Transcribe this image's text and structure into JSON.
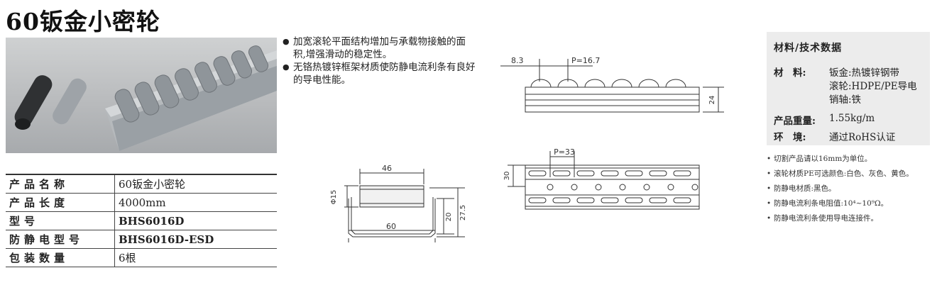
{
  "title": "60钣金小密轮",
  "features": [
    "加宽滚轮平面结构增加与承载物接触的面积,增强滑动的稳定性。",
    "无铬热镀锌框架材质使防静电流利条有良好的导电性能。"
  ],
  "spec_table": [
    {
      "label": "产品名称",
      "value": "60钣金小密轮",
      "bold": false
    },
    {
      "label": "产品长度",
      "value": "4000mm",
      "bold": false
    },
    {
      "label": "型号",
      "value": "BHS6016D",
      "bold": true
    },
    {
      "label": "防静电型号",
      "value": "BHS6016D-ESD",
      "bold": true
    },
    {
      "label": "包装数量",
      "value": "6根",
      "bold": false
    }
  ],
  "drawings": {
    "section": {
      "width_top": "46",
      "width_bottom": "60",
      "phi": "Φ15",
      "h1": "20",
      "h2": "27.5"
    },
    "side": {
      "offset": "8.3",
      "pitch": "P=16.7",
      "height": "24"
    },
    "bottom": {
      "pitch": "P=33",
      "height": "30"
    }
  },
  "materials": {
    "title": "材料/技术数据",
    "material_label": "材　料:",
    "material_lines": [
      "钣金:热镀锌钢带",
      "滚轮:HDPE/PE导电",
      "销轴:铁"
    ],
    "weight_label": "产品重量:",
    "weight_value": "1.55kg/m",
    "env_label": "环　境:",
    "env_value": "通过RoHS认证"
  },
  "notes": [
    "切割产品请以16mm为单位。",
    "滚轮材质PE可选颜色:白色、灰色、黄色。",
    "防静电材质:黑色。",
    "防静电流利条电阻值:10⁴~10⁹Ω。",
    "防静电流利条使用导电连接件。"
  ],
  "colors": {
    "panel_bg": "#ececec",
    "rail": "#a9aeb3",
    "roller": "#8f9499"
  }
}
